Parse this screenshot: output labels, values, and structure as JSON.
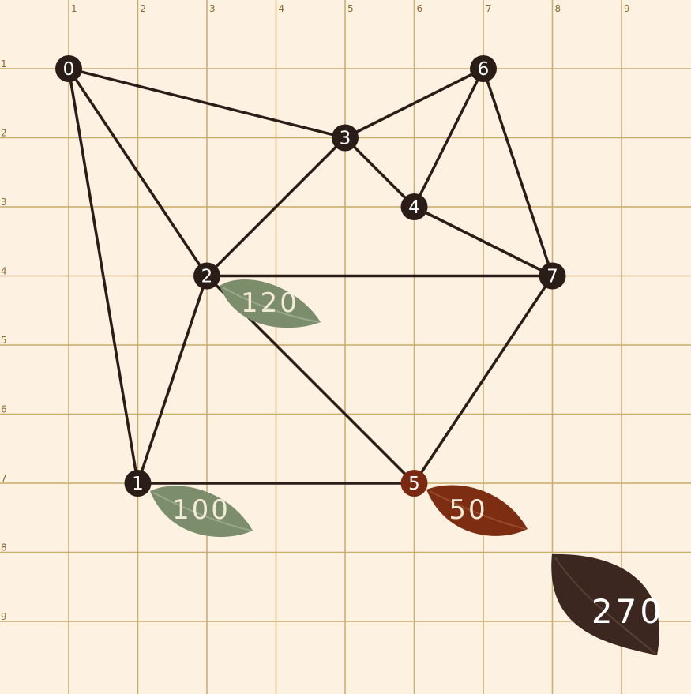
{
  "colors": {
    "background": "#fdf1e1",
    "grid": "#c9ab6a",
    "edge": "#2a1d17",
    "node": "#2a1d17",
    "node_highlight": "#7a2810",
    "leaf_green": "#7b8d6a",
    "leaf_rust": "#7c2d12",
    "leaf_total": "#3c2720"
  },
  "grid": {
    "x_labels": [
      "1",
      "2",
      "3",
      "4",
      "5",
      "6",
      "7",
      "8",
      "9"
    ],
    "y_labels": [
      "1",
      "2",
      "3",
      "4",
      "5",
      "6",
      "7",
      "8",
      "9"
    ]
  },
  "graph": {
    "nodes": [
      {
        "id": "0",
        "col": 1,
        "row": 1,
        "highlight": false
      },
      {
        "id": "1",
        "col": 2,
        "row": 7,
        "highlight": false
      },
      {
        "id": "2",
        "col": 3,
        "row": 4,
        "highlight": false
      },
      {
        "id": "3",
        "col": 5,
        "row": 2,
        "highlight": false
      },
      {
        "id": "4",
        "col": 6,
        "row": 3,
        "highlight": false
      },
      {
        "id": "5",
        "col": 6,
        "row": 7,
        "highlight": true
      },
      {
        "id": "6",
        "col": 7,
        "row": 1,
        "highlight": false
      },
      {
        "id": "7",
        "col": 8,
        "row": 4,
        "highlight": false
      }
    ],
    "edges": [
      [
        "0",
        "3"
      ],
      [
        "0",
        "2"
      ],
      [
        "0",
        "1"
      ],
      [
        "3",
        "6"
      ],
      [
        "3",
        "4"
      ],
      [
        "3",
        "2"
      ],
      [
        "6",
        "4"
      ],
      [
        "6",
        "7"
      ],
      [
        "4",
        "7"
      ],
      [
        "2",
        "7"
      ],
      [
        "2",
        "1"
      ],
      [
        "2",
        "5"
      ],
      [
        "1",
        "5"
      ],
      [
        "5",
        "7"
      ]
    ]
  },
  "leaves": [
    {
      "label": "120",
      "color": "leaf_green"
    },
    {
      "label": "100",
      "color": "leaf_green"
    },
    {
      "label": "50",
      "color": "leaf_rust"
    }
  ],
  "total": {
    "label": "270",
    "color": "leaf_total"
  }
}
